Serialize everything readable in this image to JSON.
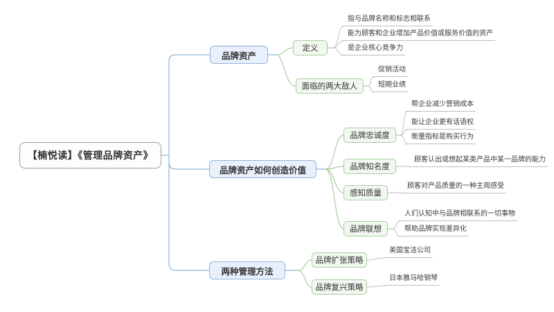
{
  "colors": {
    "branch_line_blue": "#8cb3dd",
    "child_line_green": "#a5cf9e",
    "leaf_line_gray": "#c2c2c2",
    "lvl1_fill": "#e8f1fb",
    "lvl2_fill": "#f1f8ef",
    "root_border": "#9b9b9b"
  },
  "mindmap": {
    "root": {
      "label": "【楠悦读】《管理品牌资产》"
    },
    "branches": [
      {
        "label": "品牌资产",
        "children": [
          {
            "label": "定义",
            "leaves": [
              "指与品牌名称和标志相联系",
              "能为顾客和企业增加产品价值或服务价值的资产",
              "是企业核心竞争力"
            ]
          },
          {
            "label": "面临的两大敌人",
            "leaves": [
              "促销活动",
              "短期业绩"
            ]
          }
        ]
      },
      {
        "label": "品牌资产如何创造价值",
        "children": [
          {
            "label": "品牌忠诚度",
            "leaves": [
              "帮企业减少营销成本",
              "能让企业更有话语权",
              "衡量指标是购买行为"
            ]
          },
          {
            "label": "品牌知名度",
            "leaves": [
              "顾客认出或想起某类产品中某一品牌的能力"
            ]
          },
          {
            "label": "感知质量",
            "leaves": [
              "顾客对产品质量的一种主观感受"
            ]
          },
          {
            "label": "品牌联想",
            "leaves": [
              "人们认知中与品牌相联系的一切事物",
              "帮助品牌实现差异化"
            ]
          }
        ]
      },
      {
        "label": "两种管理方法",
        "children": [
          {
            "label": "品牌扩张策略",
            "leaves": [
              "美国宝洁公司"
            ]
          },
          {
            "label": "品牌复兴策略",
            "leaves": [
              "日本雅马哈钢琴"
            ]
          }
        ]
      }
    ]
  }
}
